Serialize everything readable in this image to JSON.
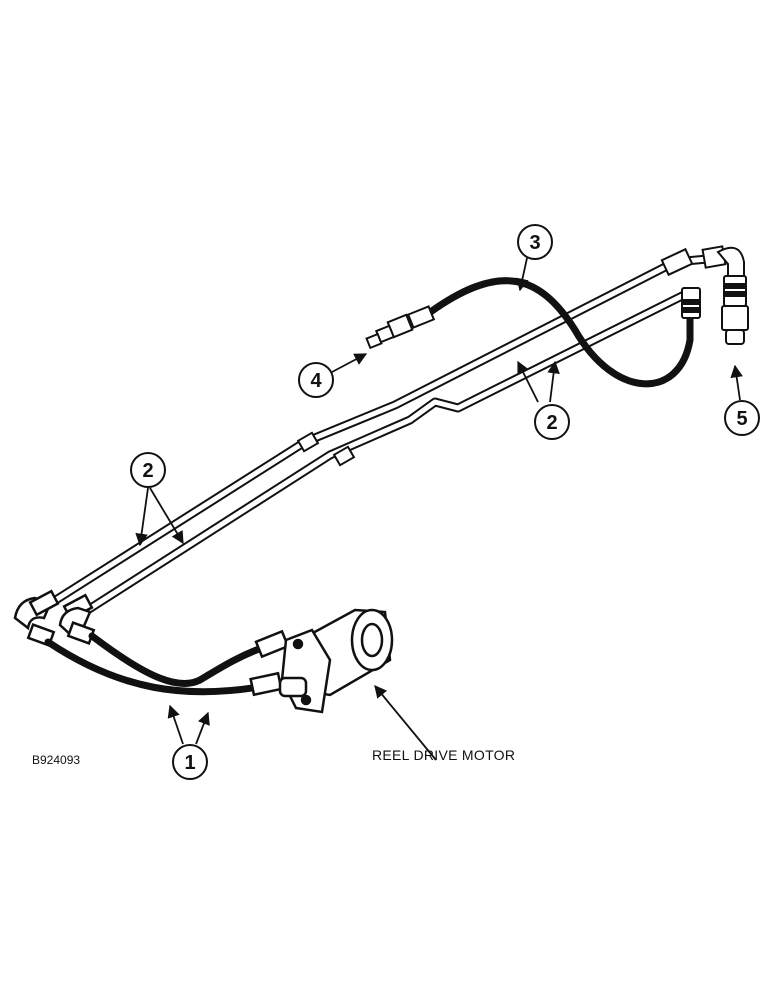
{
  "figure_code": "B924093",
  "component_label": "REEL DRIVE MOTOR",
  "callouts": [
    "1",
    "2",
    "2",
    "3",
    "4",
    "5"
  ],
  "colors": {
    "ink": "#111111",
    "paper": "#ffffff"
  }
}
